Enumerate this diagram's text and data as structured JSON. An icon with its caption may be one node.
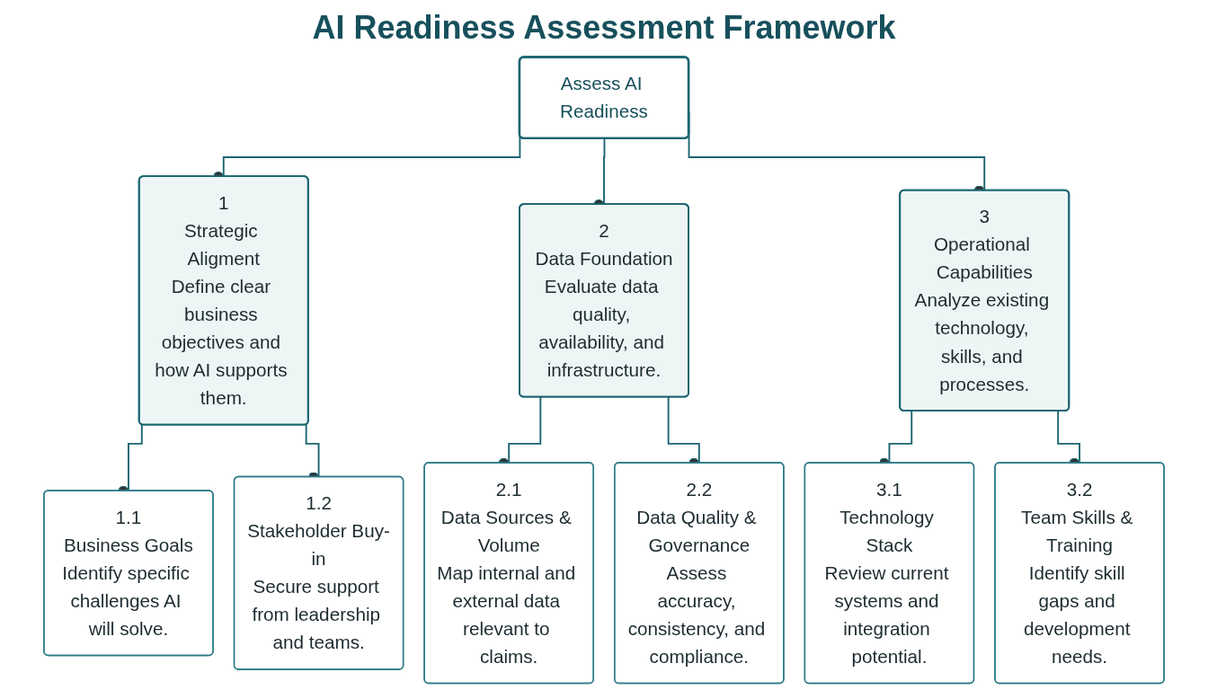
{
  "diagram": {
    "title": "AI Readiness Assessment Framework",
    "nodes": [
      {
        "text": [
          "Assess AI Readiness"
        ]
      },
      {
        "text": [
          "1",
          "Strategic Aligment",
          "Define clear business objectives and how AI supports them."
        ]
      },
      {
        "text": [
          "2",
          "Data Foundation",
          "Evaluate data quality, availability, and infrastructure."
        ]
      },
      {
        "text": [
          "3",
          "Operational Capabilities",
          "Analyze existing technology, skills, and processes."
        ]
      },
      {
        "text": [
          "1.1",
          "Business Goals",
          "Identify specific challenges AI will solve."
        ]
      },
      {
        "text": [
          "1.2",
          "Stakeholder Buy-in",
          "Secure support from leadership and teams."
        ]
      },
      {
        "text": [
          "2.1",
          "Data Sources & Volume",
          "Map internal and external data relevant to claims."
        ]
      },
      {
        "text": [
          "2.2",
          "Data Quality & Governance",
          "Assess accuracy, consistency, and compliance."
        ]
      },
      {
        "text": [
          "3.1",
          "Technology Stack",
          "Review current systems and integration potential."
        ]
      },
      {
        "text": [
          "3.2",
          "Team Skills & Training",
          "Identify skill gaps and development needs."
        ]
      }
    ],
    "edges": [
      {
        "from": 0,
        "to": 1,
        "arrow": "other"
      },
      {
        "from": 0,
        "to": 2,
        "arrow": "other"
      },
      {
        "from": 0,
        "to": 3,
        "arrow": "other"
      },
      {
        "from": 1,
        "to": 4,
        "arrow": "other"
      },
      {
        "from": 1,
        "to": 5,
        "arrow": "other"
      },
      {
        "from": 2,
        "to": 6,
        "arrow": "other"
      },
      {
        "from": 2,
        "to": 7,
        "arrow": "other"
      },
      {
        "from": 3,
        "to": 8,
        "arrow": "other"
      },
      {
        "from": 3,
        "to": 9,
        "arrow": "other"
      }
    ]
  }
}
